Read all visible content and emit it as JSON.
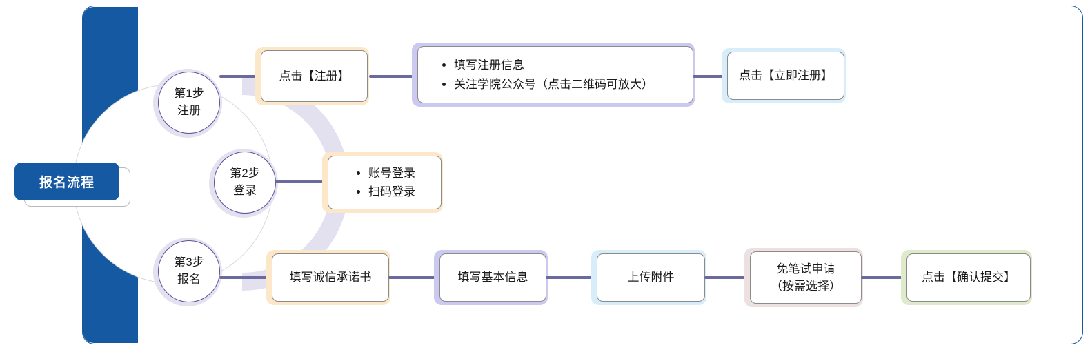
{
  "diagram": {
    "title": "报名流程",
    "root": {
      "label": "报名流程",
      "color": "#1559a3"
    },
    "connector_color": "#6b6a9c",
    "frame_color": "#16599f",
    "steps": [
      {
        "id": "step-1",
        "number": "第1步",
        "name": "注册",
        "accent": "#e3e0ef",
        "border": "#5f4f9b",
        "nodes": [
          {
            "id": "n1-1",
            "type": "text",
            "label": "点击【注册】",
            "accent": "#fce8c8"
          },
          {
            "id": "n1-2",
            "type": "list",
            "items": [
              "填写注册信息",
              "关注学院公众号（点击二维码可放大）"
            ],
            "accent": "#ccc9f0"
          },
          {
            "id": "n1-3",
            "type": "text",
            "label": "点击【立即注册】",
            "accent": "#d7edf9"
          }
        ]
      },
      {
        "id": "step-2",
        "number": "第2步",
        "name": "登录",
        "accent": "#e3e0ef",
        "border": "#5f4f9b",
        "nodes": [
          {
            "id": "n2-1",
            "type": "list",
            "items": [
              "账号登录",
              "扫码登录"
            ],
            "accent": "#fce8c8"
          }
        ]
      },
      {
        "id": "step-3",
        "number": "第3步",
        "name": "报名",
        "accent": "#e3e0ef",
        "border": "#5f4f9b",
        "nodes": [
          {
            "id": "n3-1",
            "type": "text",
            "label": "填写诚信承诺书",
            "accent": "#fce8c8"
          },
          {
            "id": "n3-2",
            "type": "text",
            "label": "填写基本信息",
            "accent": "#ccc9f0"
          },
          {
            "id": "n3-3",
            "type": "text",
            "label": "上传附件",
            "accent": "#d7edf9"
          },
          {
            "id": "n3-4",
            "type": "text",
            "line1": "免笔试申请",
            "line2": "（按需选择）",
            "accent": "#ece0e0"
          },
          {
            "id": "n3-5",
            "type": "text",
            "label": "点击【确认提交】",
            "accent": "#dfeacb"
          }
        ]
      }
    ]
  }
}
